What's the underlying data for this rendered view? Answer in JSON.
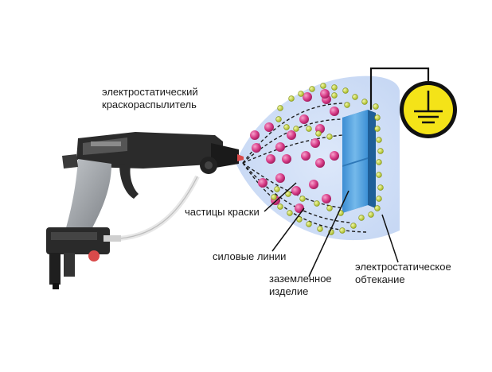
{
  "labels": {
    "sprayer_line1": "электростатический",
    "sprayer_line2": "краскораспылитель",
    "particles": "частицы краски",
    "field_lines": "силовые линии",
    "grounded_line1": "заземленное",
    "grounded_line2": "изделие",
    "wrap_line1": "электростатическое",
    "wrap_line2": "обтекание"
  },
  "icons": [
    "spray-gun-icon",
    "ground-symbol-icon"
  ],
  "colors": {
    "cloud": "#cfe0f7",
    "paint_particle": "#d63a86",
    "charge_particle": "#c9dc3a",
    "workpiece": "#5aa9e6",
    "ground_disc": "#f4e318",
    "gun_body": "#9a9ea3",
    "gun_top": "#2b2b2b"
  }
}
